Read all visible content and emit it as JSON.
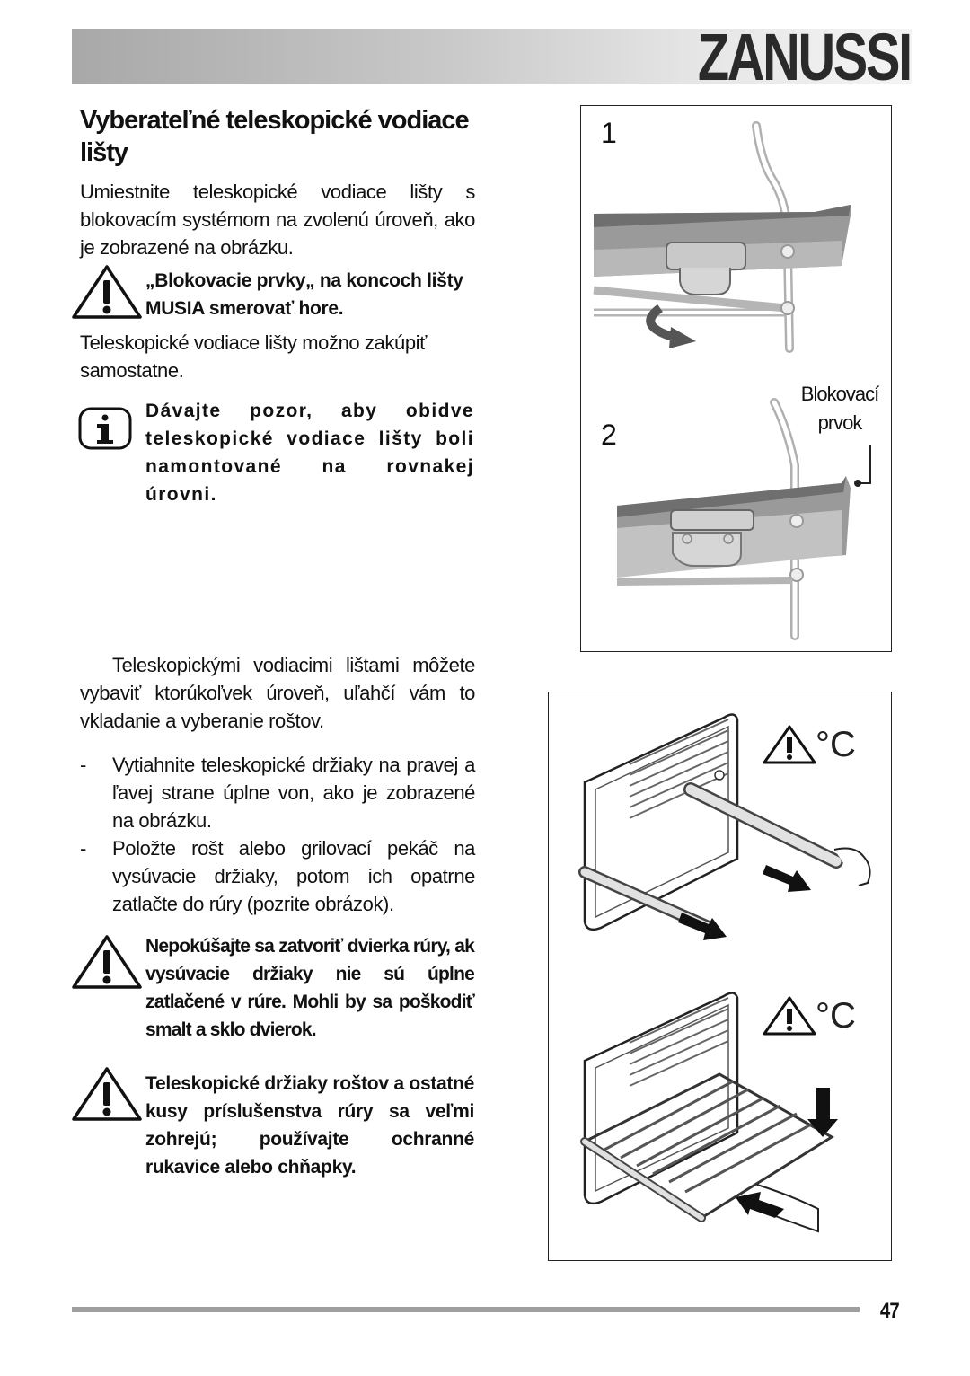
{
  "brand": "ZANUSSI",
  "heading": "Vyberateľné teleskopické vodiace lišty",
  "intro": "Umiestnite teleskopické vodiace lišty s blokovacím systémom na zvolenú úroveň, ako je zobrazené na obrázku.",
  "warning1": "„Blokovacie prvky„ na koncoch lišty MUSIA smerovať hore.",
  "purchase_note": "Teleskopické vodiace lišty možno zakúpiť samostatne.",
  "info1": "Dávajte pozor, aby obidve teleskopické vodiace lišty boli namontované na rovnakej úrovni.",
  "para2": "Teleskopickými vodiacimi lištami môžete vybaviť ktorúkoľvek úroveň, uľahčí vám to vkladanie a vyberanie roštov.",
  "steps": [
    "Vytiahnite teleskopické držiaky na pravej a ľavej strane úplne von, ako je zobrazené na obrázku.",
    "Položte rošt alebo grilovací pekáč na vysúvacie držiaky, potom ich opatrne zatlačte do rúry (pozrite obrázok)."
  ],
  "warning2": "Nepokúšajte sa zatvoriť dvierka rúry, ak vysúvacie držiaky nie sú úplne zatlačené v rúre. Mohli by sa poškodiť smalt a sklo dvierok.",
  "warning3": "Teleskopické držiaky roštov a ostatné kusy príslušenstva rúry sa veľmi zohrejú; používajte ochranné rukavice alebo chňapky.",
  "figure1": {
    "label1": "1",
    "label2": "2",
    "callout_line1": "Blokovací",
    "callout_line2": "prvok"
  },
  "figure2": {
    "temp_symbol_top": "°C",
    "temp_symbol_bottom": "°C"
  },
  "page_number": "47"
}
